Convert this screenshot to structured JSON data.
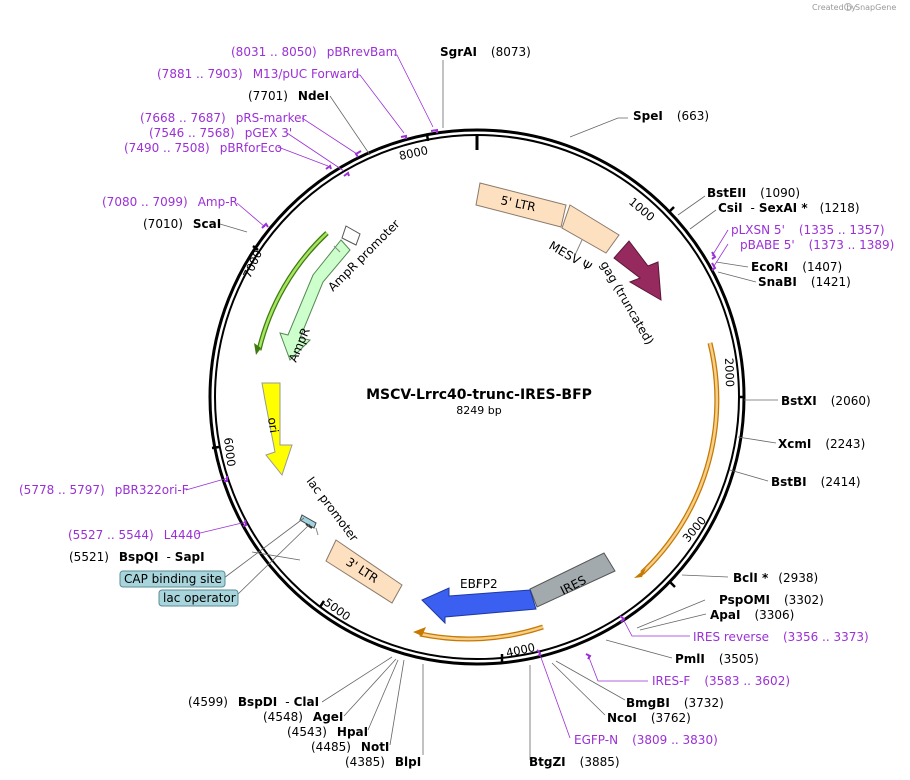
{
  "app": {
    "credit": "Created by",
    "brand": "SnapGene"
  },
  "plasmid": {
    "name": "MSCV-Lrrc40-trunc-IRES-BFP",
    "length": "8249 bp"
  },
  "tick_labels": [
    "1000",
    "2000",
    "3000",
    "4000",
    "5000",
    "6000",
    "7000",
    "8000"
  ],
  "enzymes": [
    {
      "name": "SgrAI",
      "pos": "(8073)"
    },
    {
      "name": "SpeI",
      "pos": "(663)"
    },
    {
      "name": "BstEII",
      "pos": "(1090)"
    },
    {
      "name": "CsiI",
      "sep": "-",
      "name2": "SexAI *",
      "pos": "(1218)"
    },
    {
      "name": "EcoRI",
      "pos": "(1407)"
    },
    {
      "name": "SnaBI",
      "pos": "(1421)"
    },
    {
      "name": "BstXI",
      "pos": "(2060)"
    },
    {
      "name": "XcmI",
      "pos": "(2243)"
    },
    {
      "name": "BstBI",
      "pos": "(2414)"
    },
    {
      "name": "BclI *",
      "pos": "(2938)"
    },
    {
      "name": "PspOMI",
      "pos": "(3302)"
    },
    {
      "name": "ApaI",
      "pos": "(3306)"
    },
    {
      "name": "PmlI",
      "pos": "(3505)"
    },
    {
      "name": "BmgBI",
      "pos": "(3732)"
    },
    {
      "name": "NcoI",
      "pos": "(3762)"
    },
    {
      "name": "BtgZI",
      "pos": "(3885)"
    },
    {
      "name": "BlpI",
      "pos": "(4385)"
    },
    {
      "name": "NotI",
      "pos": "(4485)"
    },
    {
      "name": "HpaI",
      "pos": "(4543)"
    },
    {
      "name": "AgeI",
      "pos": "(4548)"
    },
    {
      "name": "BspDI",
      "sep": "-",
      "name2": "ClaI",
      "pos": "(4599)"
    },
    {
      "name": "BspQI",
      "sep": "-",
      "name2": "SapI",
      "pos": "(5521)"
    },
    {
      "name": "ScaI",
      "pos": "(7010)"
    },
    {
      "name": "NdeI",
      "pos": "(7701)"
    }
  ],
  "primers": [
    {
      "name": "pBRrevBam",
      "range": "(8031 .. 8050)"
    },
    {
      "name": "M13/pUC Forward",
      "range": "(7881 .. 7903)"
    },
    {
      "name": "pRS-marker",
      "range": "(7668 .. 7687)"
    },
    {
      "name": "pGEX 3'",
      "range": "(7546 .. 7568)"
    },
    {
      "name": "pBRforEco",
      "range": "(7490 .. 7508)"
    },
    {
      "name": "Amp-R",
      "range": "(7080 .. 7099)"
    },
    {
      "name": "pLXSN 5'",
      "range": "(1335 .. 1357)"
    },
    {
      "name": "pBABE 5'",
      "range": "(1373 .. 1389)"
    },
    {
      "name": "IRES reverse",
      "range": "(3356 .. 3373)"
    },
    {
      "name": "IRES-F",
      "range": "(3583 .. 3602)"
    },
    {
      "name": "EGFP-N",
      "range": "(3809 .. 3830)"
    },
    {
      "name": "pBR322ori-F",
      "range": "(5778 .. 5797)"
    },
    {
      "name": "L4440",
      "range": "(5527 .. 5544)"
    }
  ],
  "features": {
    "ltr5": "5' LTR",
    "psi": "MESV Ψ",
    "gag": "gag (truncated)",
    "ires": "IRES",
    "ebfp2": "EBFP2",
    "ltr3": "3' LTR",
    "lac_promoter": "lac promoter",
    "ori": "ori",
    "ampr": "AmpR",
    "ampr_promoter": "AmpR promoter",
    "cap_site": "CAP binding site",
    "lac_operator": "lac operator"
  },
  "colors": {
    "backbone": "#000000",
    "primer": "#9b30d6",
    "ltr": "#fde0c0",
    "gag": "#962a5e",
    "ires": "#a3aaad",
    "ebfp2": "#3b5ff0",
    "ori": "#ffff00",
    "ampr": "#ccffcc",
    "orf_arc": "#f2a937",
    "amp_arc": "#7bd12a",
    "binding_box": "#a8d4dc"
  }
}
